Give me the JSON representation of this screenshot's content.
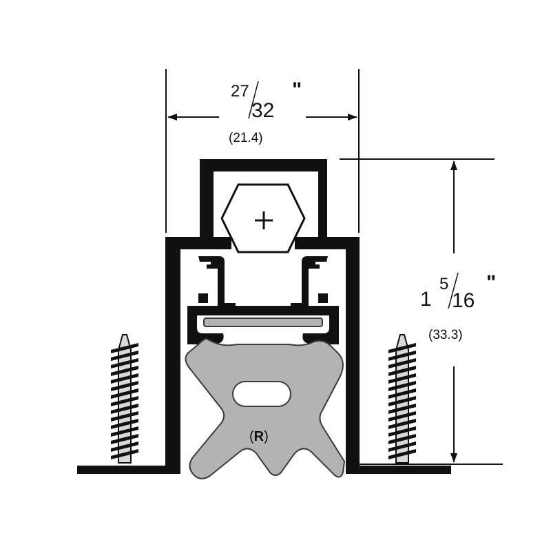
{
  "dimensions": {
    "width": {
      "numerator": "27",
      "denominator": "32",
      "unit": "\"",
      "metric": "(21.4)"
    },
    "height": {
      "whole": "1",
      "numerator": "5",
      "denominator": "16",
      "unit": "\"",
      "metric": "(33.3)"
    }
  },
  "marking": {
    "prefix": "(",
    "letter": "R",
    "suffix": ")"
  },
  "colors": {
    "profile": "#111111",
    "seal": "#b3b3b3",
    "seal_outline": "#3a3a3a",
    "line": "#111111",
    "background": "#ffffff"
  }
}
